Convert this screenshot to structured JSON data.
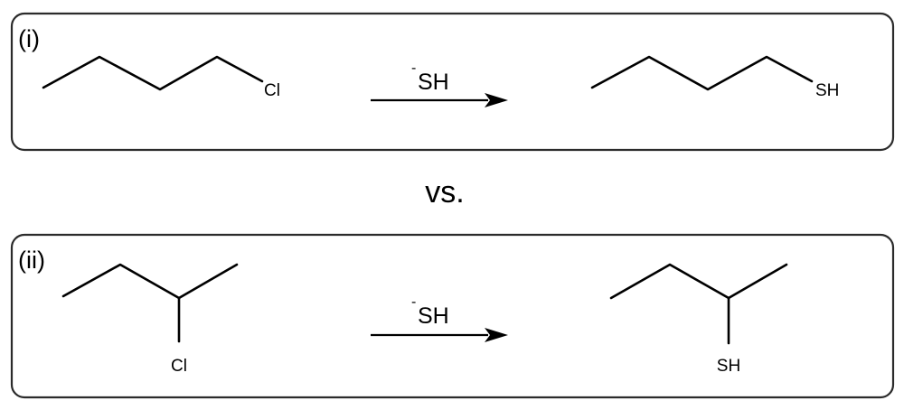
{
  "divider_text": "vs.",
  "reactions": [
    {
      "label": "(i)",
      "reactant_atom": "Cl",
      "reagent_charge": "-",
      "reagent": "SH",
      "product_atom": "SH"
    },
    {
      "label": "(ii)",
      "reactant_atom": "Cl",
      "reagent_charge": "-",
      "reagent": "SH",
      "product_atom": "SH"
    }
  ]
}
